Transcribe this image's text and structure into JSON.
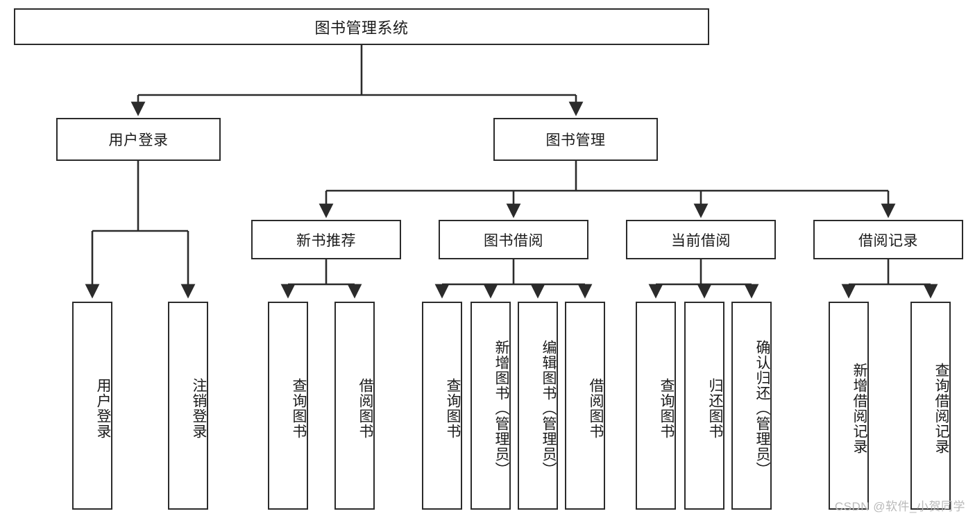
{
  "diagram": {
    "title": "图书管理系统",
    "type": "tree",
    "watermark": "CSDN @软件_小贺同学",
    "line_color": "#2b2b2b",
    "box_fill": "#ffffff",
    "text_color": "#1a1a1a",
    "root": {
      "label": "图书管理系统"
    },
    "level1": [
      {
        "label": "用户登录"
      },
      {
        "label": "图书管理"
      }
    ],
    "level2": [
      {
        "label": "新书推荐"
      },
      {
        "label": "图书借阅"
      },
      {
        "label": "当前借阅"
      },
      {
        "label": "借阅记录"
      }
    ],
    "leaves": [
      {
        "label": "用户登录",
        "parent": "用户登录"
      },
      {
        "label": "注销登录",
        "parent": "用户登录"
      },
      {
        "label": "查询图书",
        "parent": "新书推荐"
      },
      {
        "label": "借阅图书",
        "parent": "新书推荐"
      },
      {
        "label": "查询图书",
        "parent": "图书借阅"
      },
      {
        "label": "新增图书（管理员）",
        "parent": "图书借阅"
      },
      {
        "label": "编辑图书（管理员）",
        "parent": "图书借阅"
      },
      {
        "label": "借阅图书",
        "parent": "图书借阅"
      },
      {
        "label": "查询图书",
        "parent": "当前借阅"
      },
      {
        "label": "归还图书",
        "parent": "当前借阅"
      },
      {
        "label": "确认归还（管理员）",
        "parent": "当前借阅"
      },
      {
        "label": "新增借阅记录",
        "parent": "借阅记录"
      },
      {
        "label": "查询借阅记录",
        "parent": "借阅记录"
      }
    ]
  }
}
